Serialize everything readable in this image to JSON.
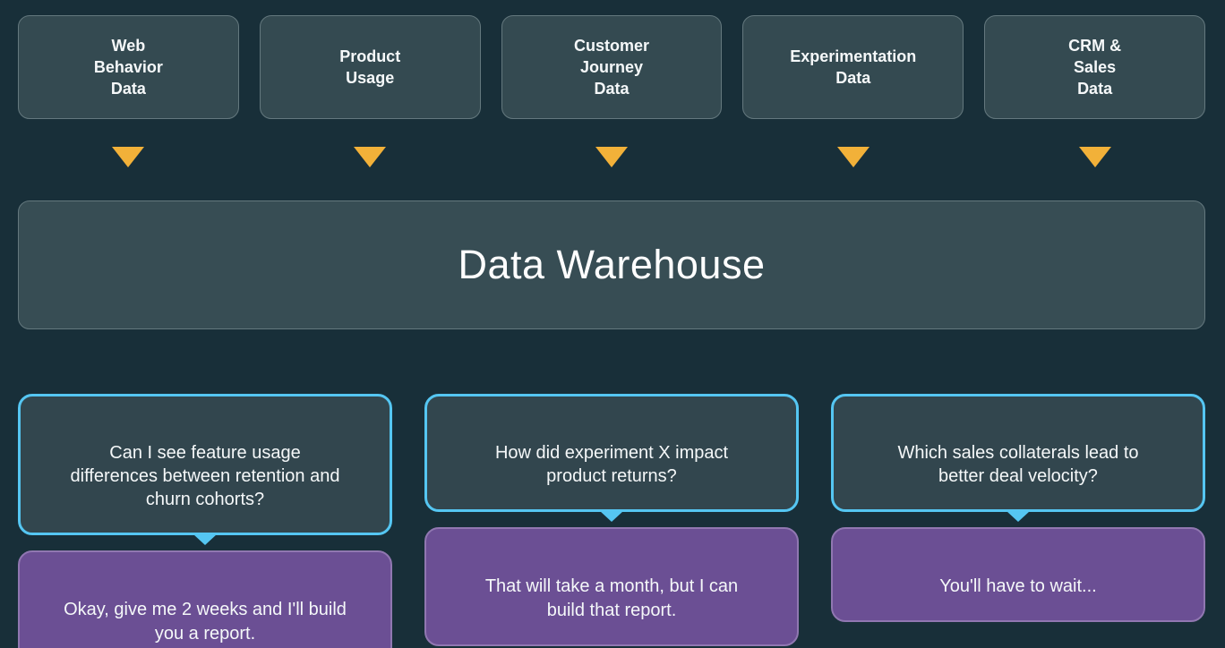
{
  "diagram": {
    "sources": [
      {
        "label": "Web\nBehavior\nData"
      },
      {
        "label": "Product\nUsage"
      },
      {
        "label": "Customer\nJourney\nData"
      },
      {
        "label": "Experimentation\nData"
      },
      {
        "label": "CRM &\nSales\nData"
      }
    ],
    "warehouse": {
      "label": "Data Warehouse"
    },
    "conversations": [
      {
        "question": "Can I see feature usage\ndifferences between retention and\nchurn cohorts?",
        "answer": "Okay, give me 2 weeks and I'll build\nyou a report."
      },
      {
        "question": "How did experiment X impact\nproduct returns?",
        "answer": "That will take a month, but I can\nbuild that report."
      },
      {
        "question": "Which sales collaterals lead to\nbetter deal velocity?",
        "answer": "You'll have to wait..."
      }
    ],
    "colors": {
      "background": "#182f39",
      "box_fill": "#344a51",
      "box_border": "#64787e",
      "question_fill": "#32464e",
      "question_border": "#55c6f2",
      "answer_fill": "#6b4f94",
      "answer_border": "#9077b1",
      "arrow": "#f2b139",
      "text": "#f5f8f9"
    }
  }
}
